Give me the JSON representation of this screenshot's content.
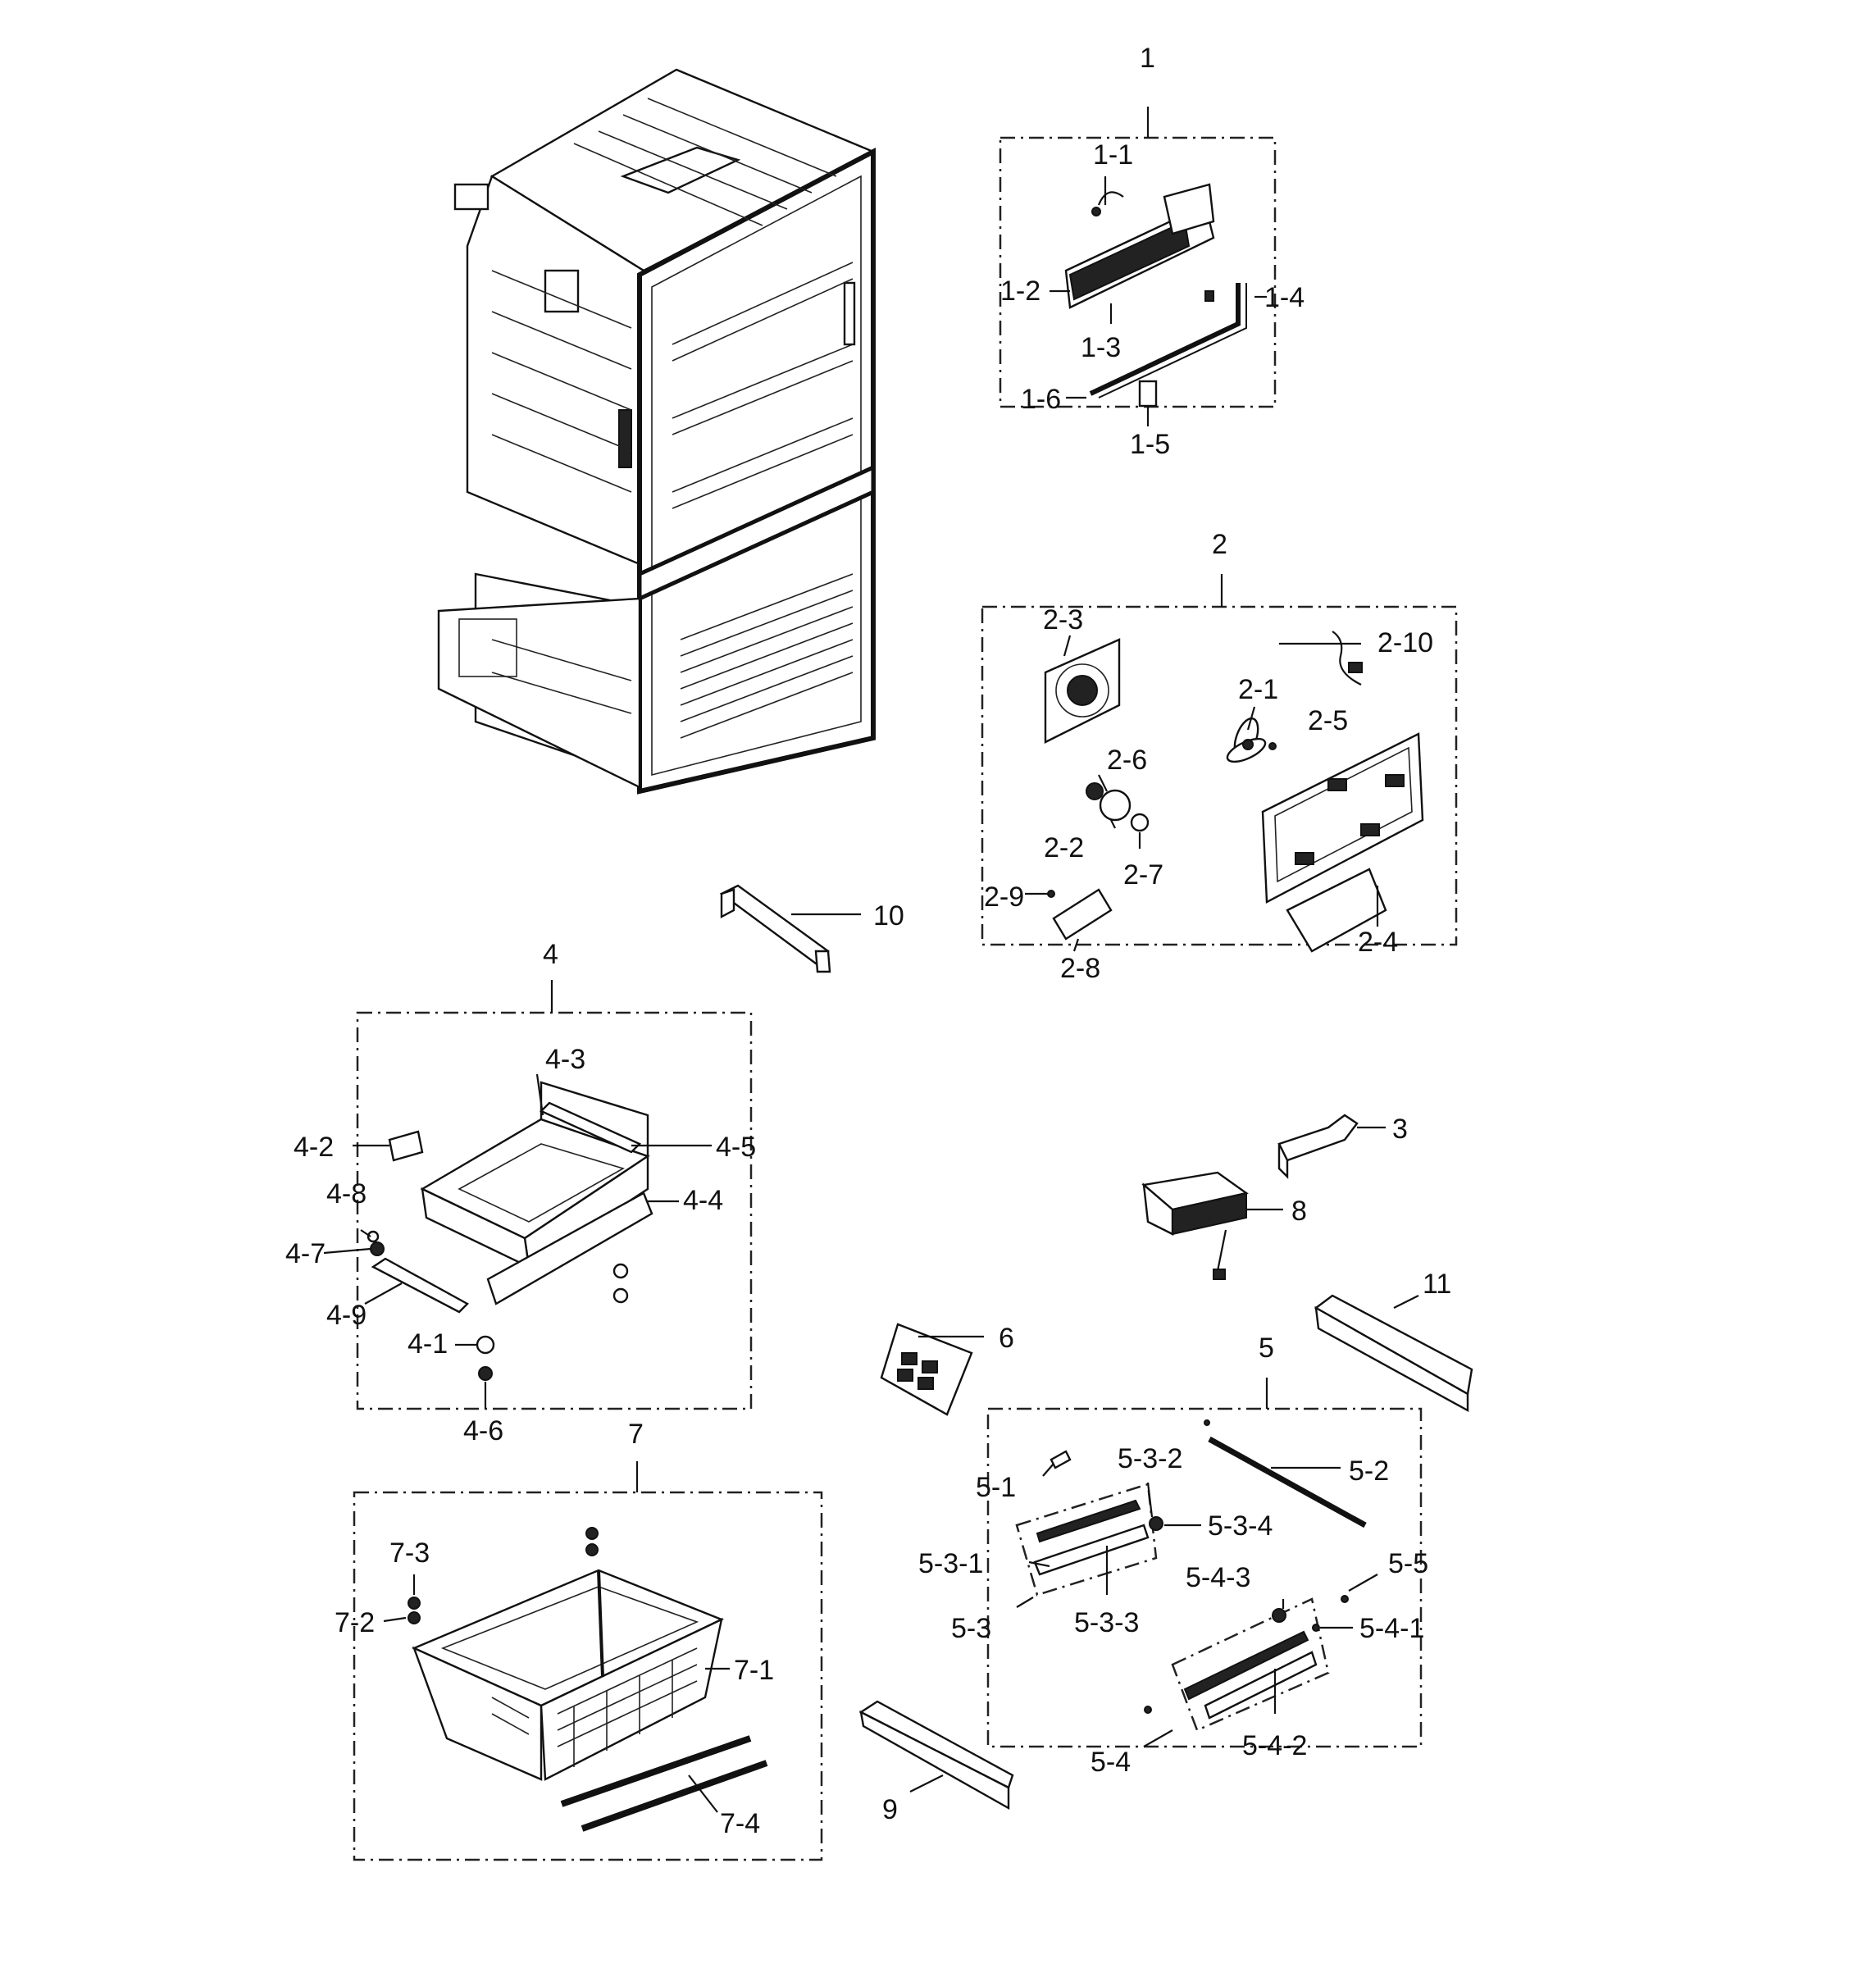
{
  "labels": {
    "g1": "1",
    "p1_1": "1-1",
    "p1_2": "1-2",
    "p1_3": "1-3",
    "p1_4": "1-4",
    "p1_5": "1-5",
    "p1_6": "1-6",
    "g2": "2",
    "p2_1": "2-1",
    "p2_2": "2-2",
    "p2_3": "2-3",
    "p2_4": "2-4",
    "p2_5": "2-5",
    "p2_6": "2-6",
    "p2_7": "2-7",
    "p2_8": "2-8",
    "p2_9": "2-9",
    "p2_10": "2-10",
    "g3": "3",
    "g4": "4",
    "p4_1": "4-1",
    "p4_2": "4-2",
    "p4_3": "4-3",
    "p4_4": "4-4",
    "p4_5": "4-5",
    "p4_6": "4-6",
    "p4_7": "4-7",
    "p4_8": "4-8",
    "p4_9": "4-9",
    "g5": "5",
    "p5_1": "5-1",
    "p5_2": "5-2",
    "p5_3": "5-3",
    "p5_3_1": "5-3-1",
    "p5_3_2": "5-3-2",
    "p5_3_3": "5-3-3",
    "p5_3_4": "5-3-4",
    "p5_4": "5-4",
    "p5_4_1": "5-4-1",
    "p5_4_2": "5-4-2",
    "p5_4_3": "5-4-3",
    "p5_5": "5-5",
    "g6": "6",
    "g7": "7",
    "p7_1": "7-1",
    "p7_2": "7-2",
    "p7_3": "7-3",
    "p7_4": "7-4",
    "g8": "8",
    "g9": "9",
    "g10": "10",
    "g11": "11"
  }
}
